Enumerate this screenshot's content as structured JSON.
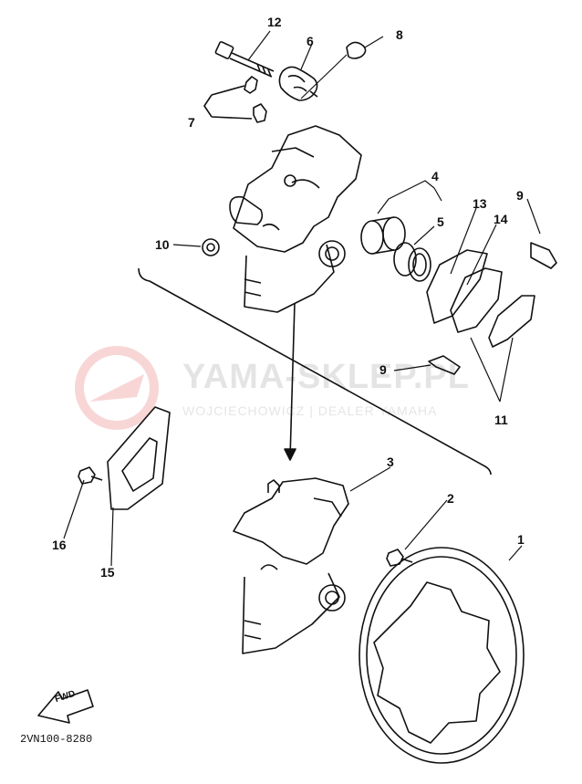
{
  "callouts": {
    "n1": "1",
    "n2": "2",
    "n3": "3",
    "n4": "4",
    "n5": "5",
    "n6": "6",
    "n7": "7",
    "n8": "8",
    "n9a": "9",
    "n9b": "9",
    "n10": "10",
    "n11": "11",
    "n12": "12",
    "n13": "13",
    "n14": "14",
    "n15": "15",
    "n16": "16"
  },
  "watermark": {
    "title": "YAMA-SKLEP.PL",
    "subtitle": "WOJCIECHOWICZ | DEALER YAMAHA",
    "logo_color": "#e14b4b"
  },
  "fwd_label": "FWD",
  "diagram_code": "2VN100-8280",
  "colors": {
    "line": "#111111",
    "paper": "#ffffff"
  }
}
